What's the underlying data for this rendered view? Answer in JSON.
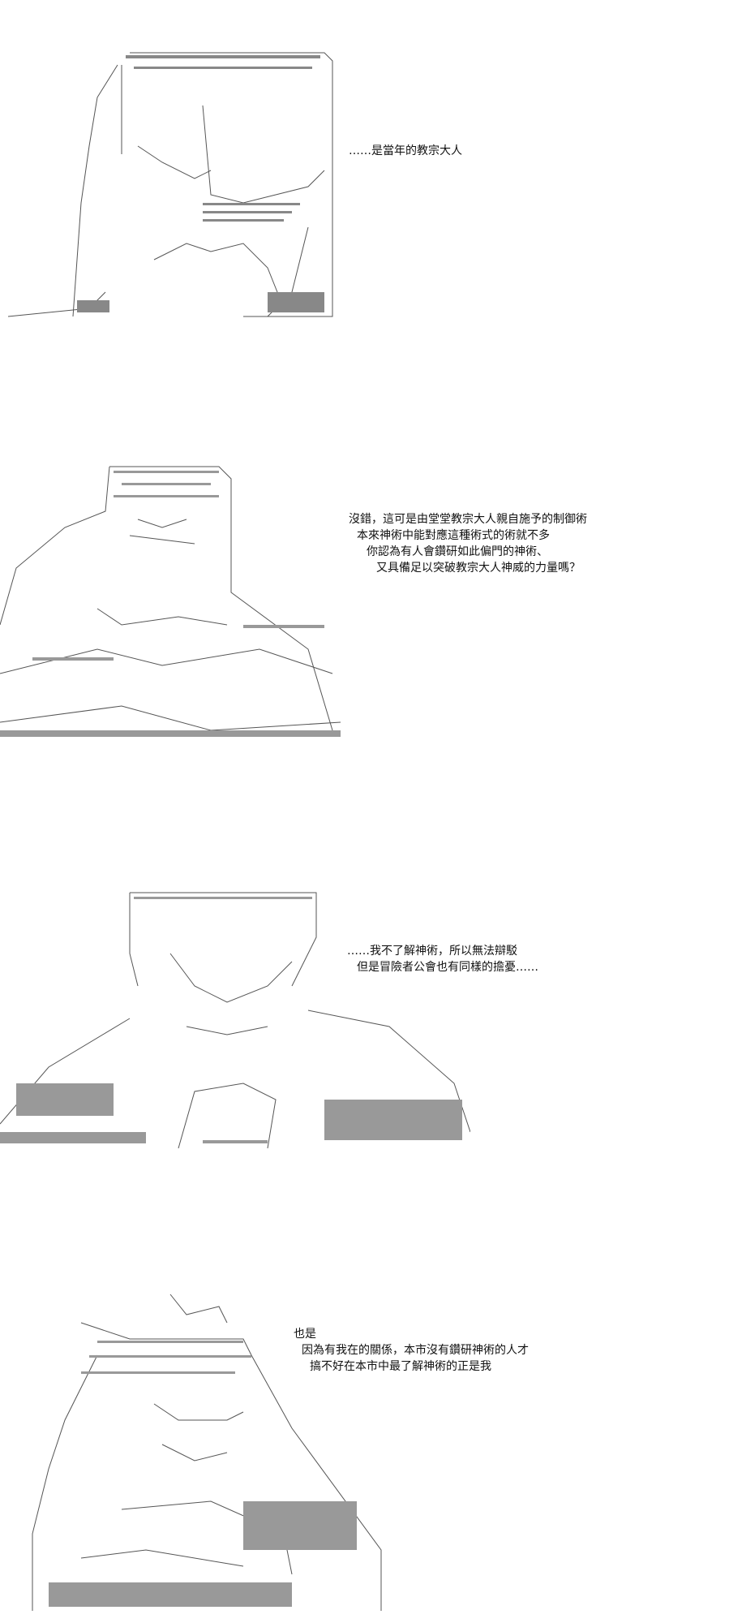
{
  "panels": [
    {
      "lines": [
        "……是當年的教宗大人"
      ]
    },
    {
      "lines": [
        "沒錯，這可是由堂堂教宗大人親自施予的制御術",
        "本來神術中能對應這種術式的術就不多",
        "你認為有人會鑽研如此偏門的神術、",
        "又具備足以突破教宗大人神威的力量嗎？"
      ]
    },
    {
      "lines": [
        "……我不了解神術，所以無法辯駁",
        "但是冒險者公會也有同樣的擔憂……"
      ]
    },
    {
      "lines": [
        "也是",
        "因為有我在的關係，本市沒有鑽研神術的人才",
        "搞不好在本市中最了解神術的正是我"
      ]
    }
  ]
}
